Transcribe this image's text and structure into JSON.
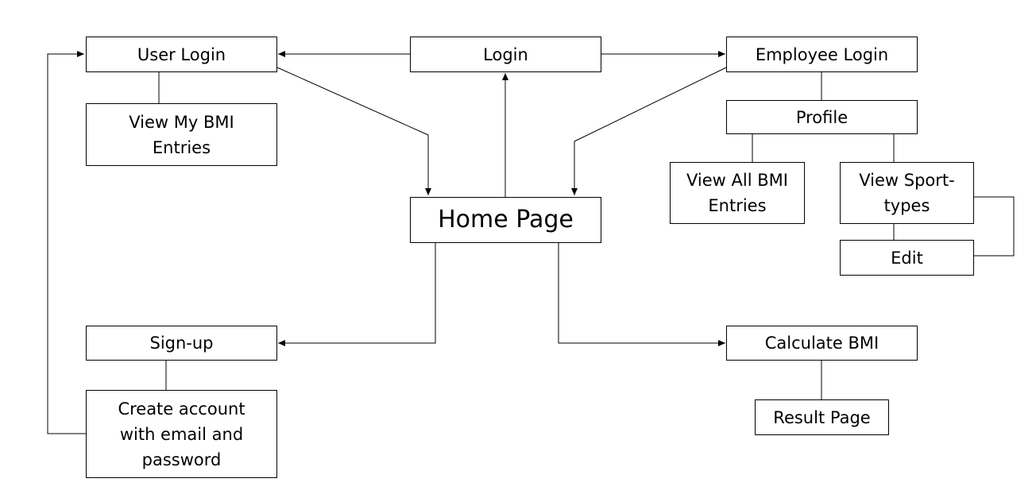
{
  "nodes": {
    "user_login": "User Login",
    "login": "Login",
    "employee_login": "Employee Login",
    "view_my_bmi": "View My BMI\nEntries",
    "profile": "Profile",
    "view_all_bmi": "View All BMI\nEntries",
    "view_sport_types": "View Sport-\ntypes",
    "home_page": "Home Page",
    "edit": "Edit",
    "signup": "Sign-up",
    "calculate_bmi": "Calculate BMI",
    "create_account": "Create account\nwith email and\npassword",
    "result_page": "Result Page"
  },
  "colors": {
    "line": "#000000",
    "box_fill": "#ffffff",
    "box_border": "#000000"
  }
}
